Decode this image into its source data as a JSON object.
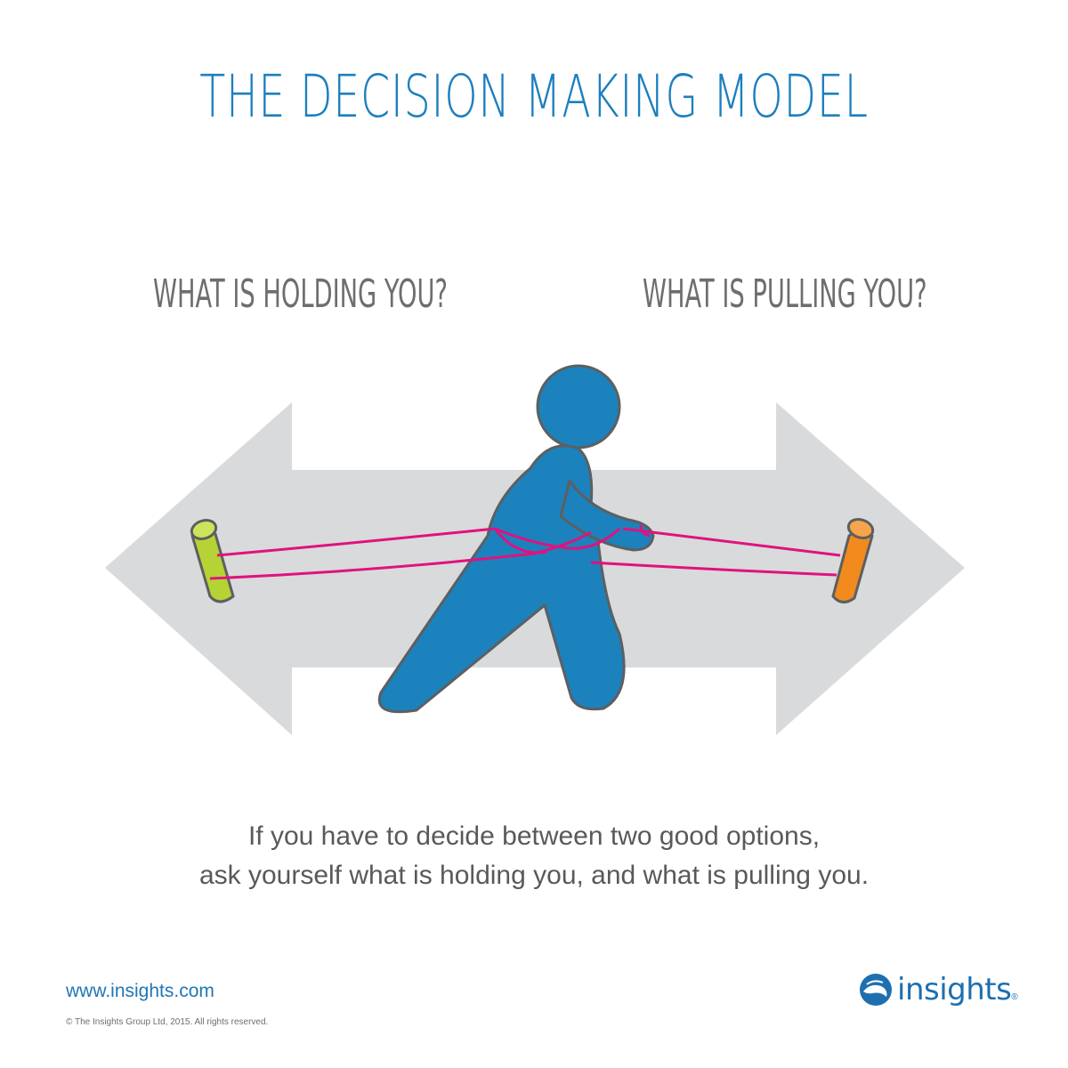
{
  "title": "THE DECISION MAKING MODEL",
  "labels": {
    "left": "WHAT IS HOLDING YOU?",
    "right": "WHAT IS PULLING YOU?"
  },
  "caption": {
    "line1": "If you have to decide between two good options,",
    "line2": "ask yourself what is holding you, and what is pulling you."
  },
  "footer": {
    "website": "www.insights.com",
    "copyright": "© The Insights Group Ltd, 2015. All rights reserved.",
    "logo_text": "insights",
    "logo_mark": "®"
  },
  "colors": {
    "title": "#1d7fbf",
    "arrow": "#d9dadb",
    "figure": "#1b82bd",
    "rope": "#e0127f",
    "left_anchor": "#b5d334",
    "right_anchor": "#f28a1e"
  }
}
